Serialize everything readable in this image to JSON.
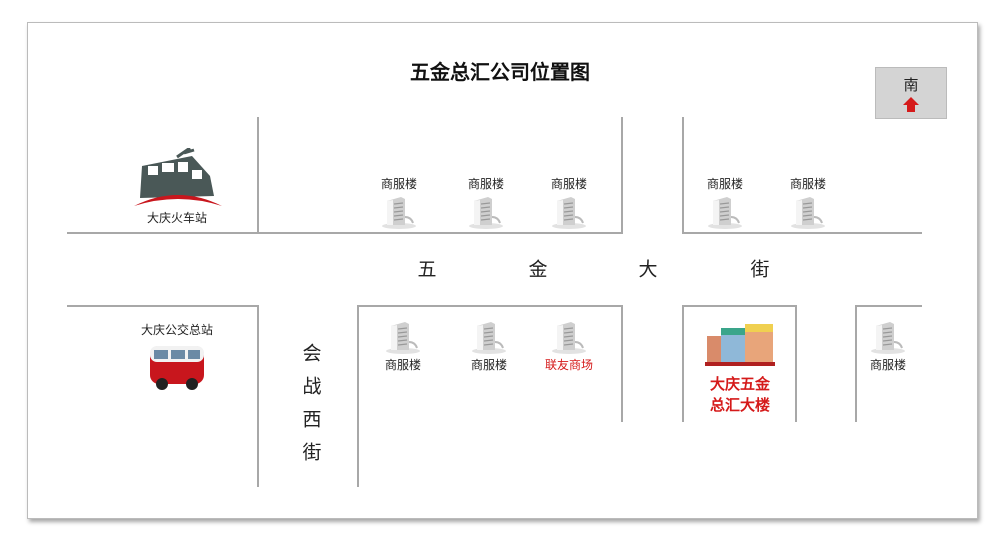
{
  "title": "五金总汇公司位置图",
  "compass": {
    "label": "南",
    "arrow_color": "#d51a1a"
  },
  "train_station": {
    "label": "大庆火车站"
  },
  "bus_station": {
    "label": "大庆公交总站"
  },
  "streets": {
    "main": [
      "五",
      "金",
      "大",
      "街"
    ],
    "side": [
      "会",
      "战",
      "西",
      "街"
    ]
  },
  "buildings": [
    "商服楼",
    "商服楼",
    "商服楼",
    "商服楼",
    "商服楼",
    "商服楼",
    "商服楼",
    "联友商场",
    "商服楼"
  ],
  "highlight": {
    "line1": "大庆五金",
    "line2": "总汇大楼",
    "color": "#d51a1a"
  }
}
